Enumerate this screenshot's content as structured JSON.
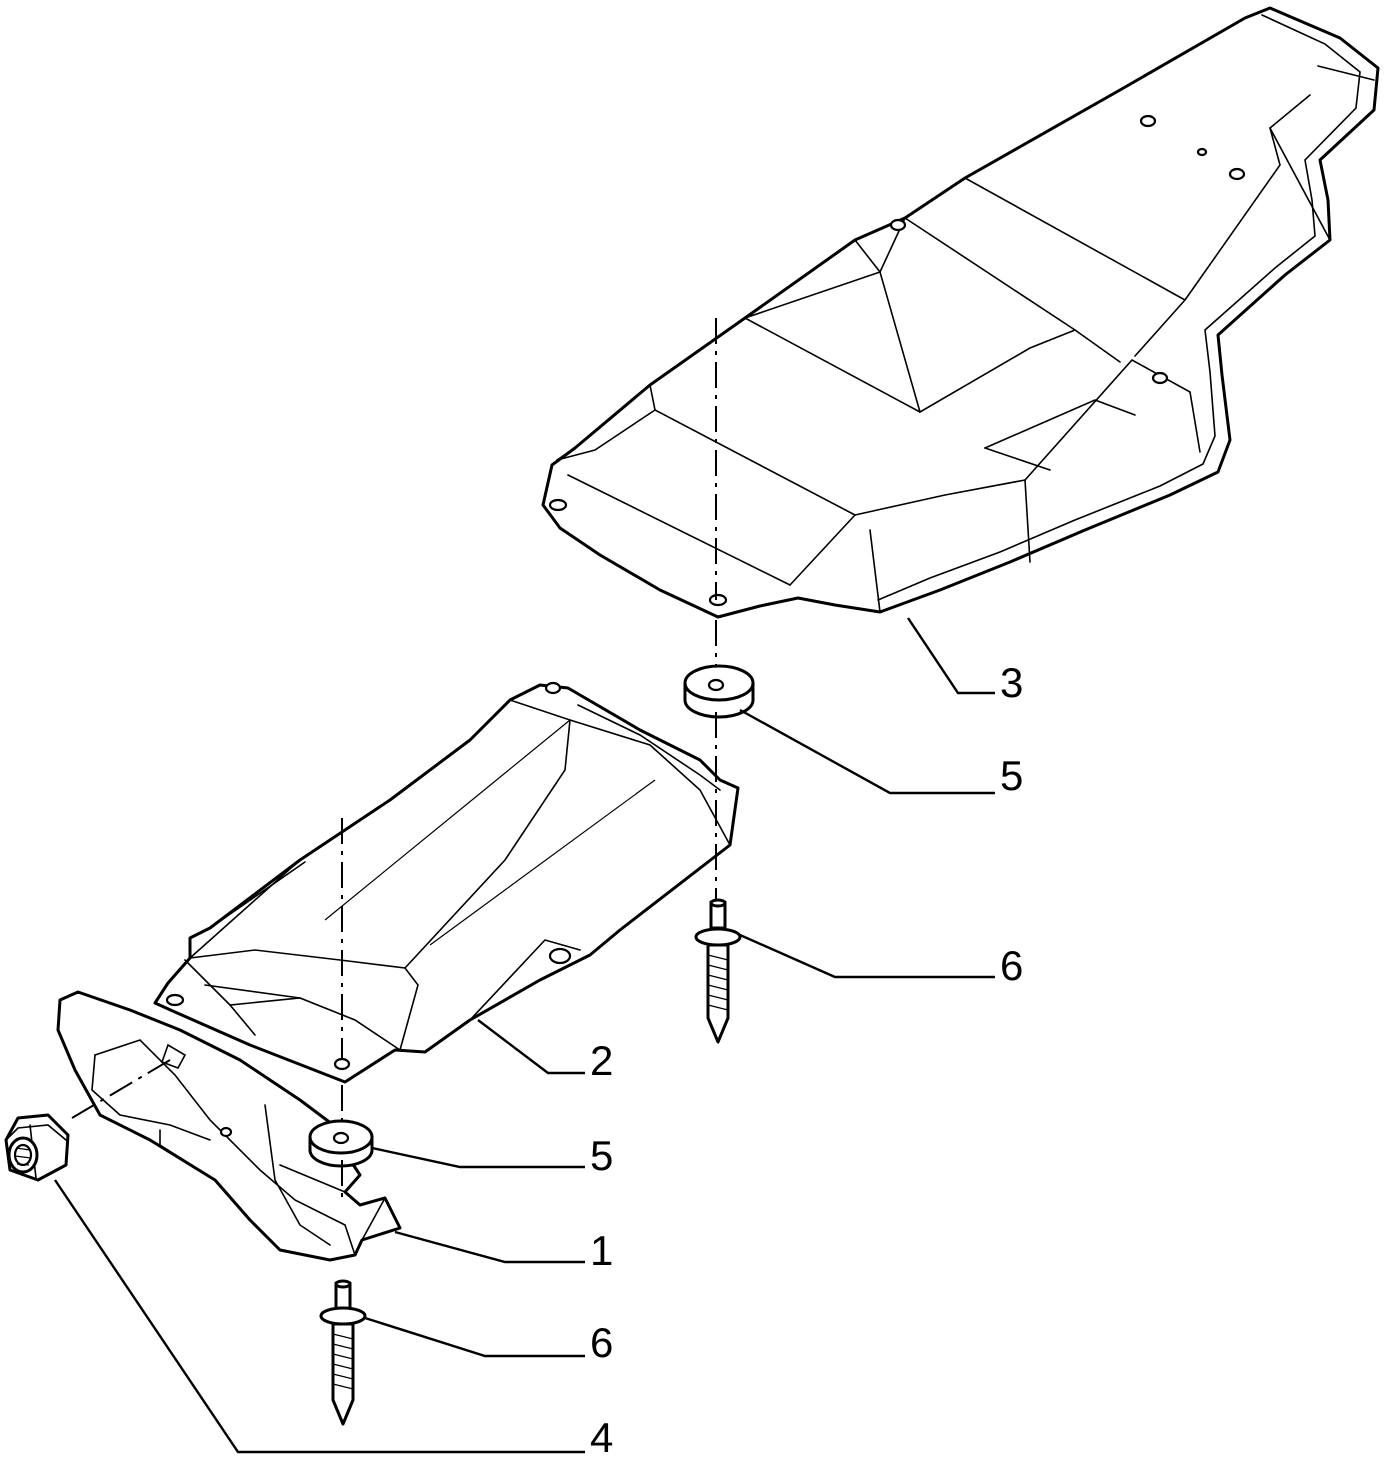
{
  "diagram": {
    "callouts": [
      {
        "id": "callout-3",
        "label": "3"
      },
      {
        "id": "callout-5-upper",
        "label": "5"
      },
      {
        "id": "callout-6-upper",
        "label": "6"
      },
      {
        "id": "callout-2",
        "label": "2"
      },
      {
        "id": "callout-5-lower",
        "label": "5"
      },
      {
        "id": "callout-1",
        "label": "1"
      },
      {
        "id": "callout-6-lower",
        "label": "6"
      },
      {
        "id": "callout-4",
        "label": "4"
      }
    ]
  }
}
